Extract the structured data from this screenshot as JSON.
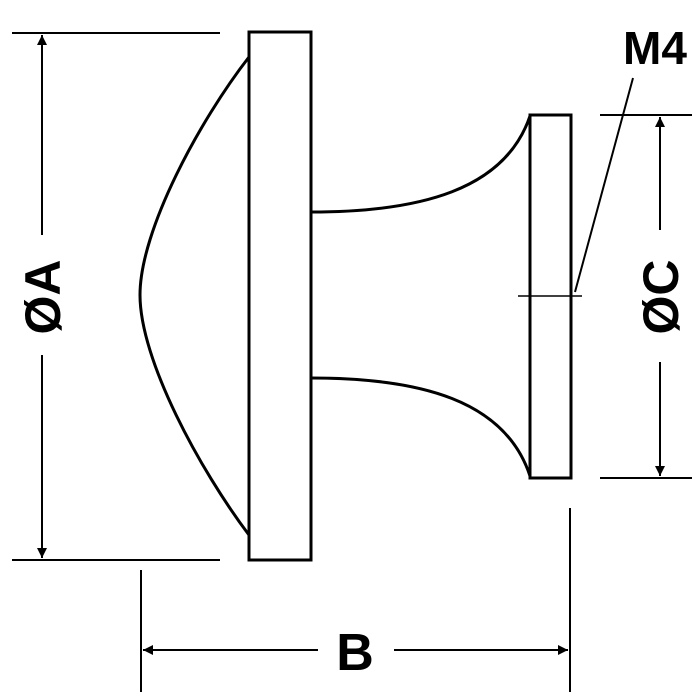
{
  "drawing": {
    "labels": {
      "dim_a": "ØA",
      "dim_b": "B",
      "dim_c": "ØC",
      "thread": "M4"
    },
    "colors": {
      "line": "#000000",
      "background": "#ffffff"
    }
  }
}
